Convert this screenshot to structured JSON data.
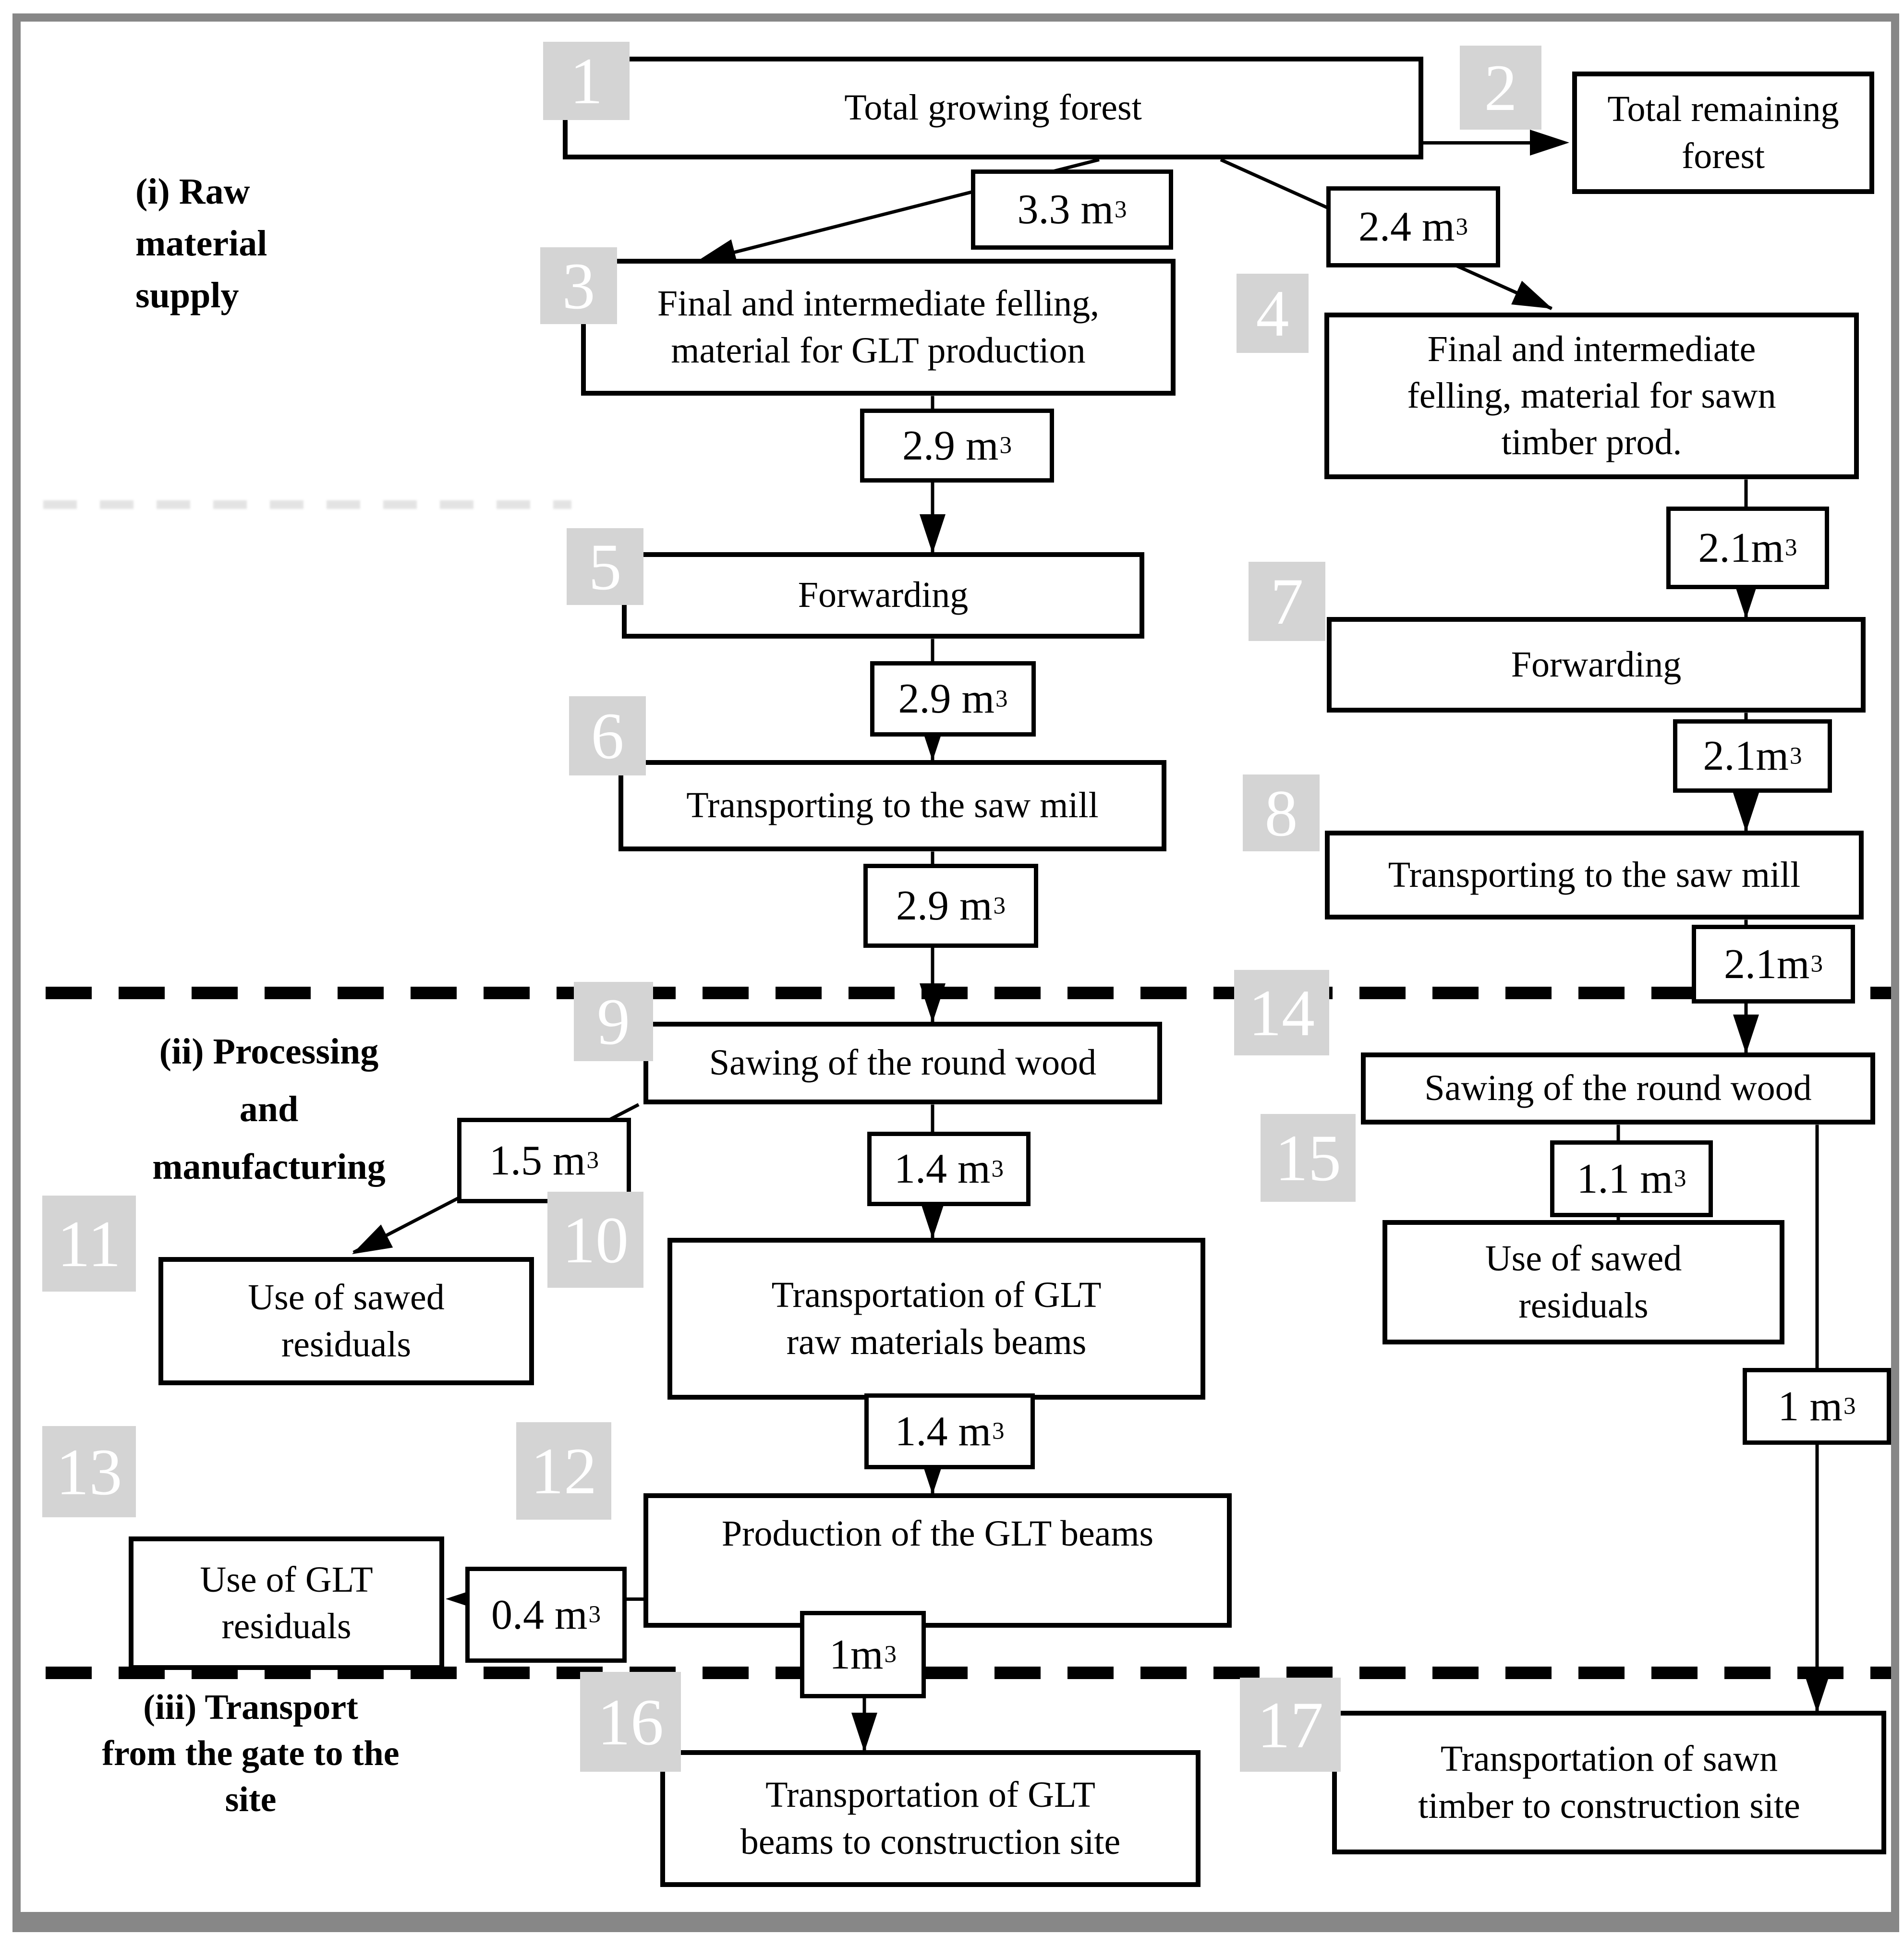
{
  "diagram": {
    "type": "flowchart",
    "sections": [
      {
        "id": "i",
        "lines": [
          "(i) Raw",
          "material",
          "supply"
        ]
      },
      {
        "id": "ii",
        "lines": [
          "(ii) Processing",
          "and",
          "manufacturing"
        ]
      },
      {
        "id": "iii",
        "lines": [
          "(iii) Transport",
          "from the gate to the",
          "site"
        ]
      }
    ],
    "nodes": [
      {
        "num": "1",
        "lines": [
          "Total growing forest"
        ]
      },
      {
        "num": "2",
        "lines": [
          "Total remaining",
          "forest"
        ]
      },
      {
        "num": "3",
        "lines": [
          "Final and intermediate felling,",
          "material for GLT production"
        ]
      },
      {
        "num": "4",
        "lines": [
          "Final and intermediate",
          "felling, material for sawn",
          "timber prod."
        ]
      },
      {
        "num": "5",
        "lines": [
          "Forwarding"
        ]
      },
      {
        "num": "6",
        "lines": [
          "Transporting to the saw mill"
        ]
      },
      {
        "num": "7",
        "lines": [
          "Forwarding"
        ]
      },
      {
        "num": "8",
        "lines": [
          "Transporting to the saw mill"
        ]
      },
      {
        "num": "9",
        "lines": [
          "Sawing of the round wood"
        ]
      },
      {
        "num": "10",
        "lines": [
          "Transportation of GLT",
          "raw materials beams"
        ]
      },
      {
        "num": "11",
        "lines": [
          "Use of sawed",
          "residuals"
        ]
      },
      {
        "num": "12",
        "lines": [
          "Production of the GLT beams"
        ]
      },
      {
        "num": "13",
        "lines": [
          "Use of GLT",
          "residuals"
        ]
      },
      {
        "num": "14",
        "lines": [
          "Sawing of the round wood"
        ]
      },
      {
        "num": "15",
        "lines": [
          "Use of sawed",
          "residuals"
        ]
      },
      {
        "num": "16",
        "lines": [
          "Transportation of GLT",
          "beams to construction site"
        ]
      },
      {
        "num": "17",
        "lines": [
          "Transportation of sawn",
          "timber to construction site"
        ]
      }
    ],
    "flows": [
      {
        "value": "3.3 m",
        "sup": "3"
      },
      {
        "value": "2.4 m",
        "sup": "3"
      },
      {
        "value": "2.9 m",
        "sup": "3"
      },
      {
        "value": "2.1m",
        "sup": "3"
      },
      {
        "value": "2.9 m",
        "sup": "3"
      },
      {
        "value": "2.1m",
        "sup": "3"
      },
      {
        "value": "2.9 m",
        "sup": "3"
      },
      {
        "value": "2.1m",
        "sup": "3"
      },
      {
        "value": "1.5 m",
        "sup": "3"
      },
      {
        "value": "1.4 m",
        "sup": "3"
      },
      {
        "value": "1.1 m",
        "sup": "3"
      },
      {
        "value": "1.4 m",
        "sup": "3"
      },
      {
        "value": "0.4 m",
        "sup": "3"
      },
      {
        "value": "1m",
        "sup": "3"
      },
      {
        "value": "1 m",
        "sup": "3"
      }
    ],
    "colors": {
      "line": "#000000",
      "box_border": "#000000",
      "box_fill": "#ffffff",
      "tag_bg": "#d4d4d4",
      "tag_text": "#ffffff",
      "frame": "#878787",
      "paper": "#ffffff"
    }
  }
}
